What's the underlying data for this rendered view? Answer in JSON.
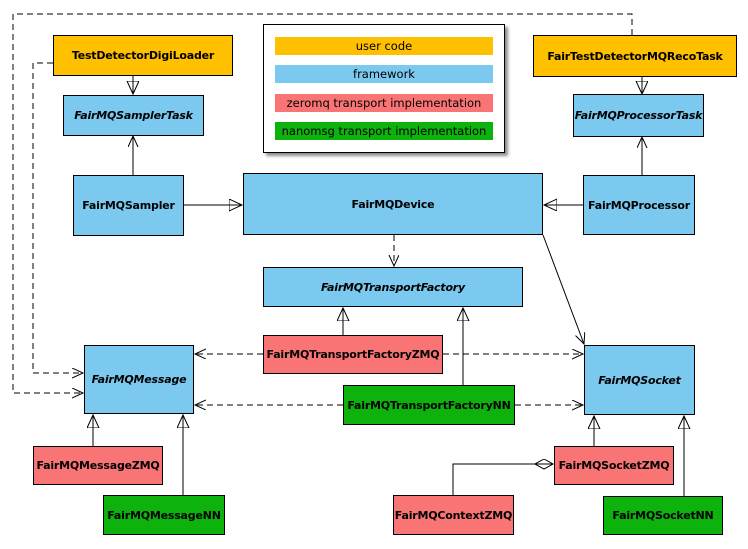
{
  "colors": {
    "user_code": "#FFC000",
    "framework": "#7CC9F0",
    "zeromq": "#F97575",
    "nanomsg": "#0DB20D",
    "border": "#000000",
    "background": "#FFFFFF"
  },
  "legend": {
    "items": [
      {
        "label": "user code",
        "color": "#FFC000"
      },
      {
        "label": "framework",
        "color": "#7CC9F0"
      },
      {
        "label": "zeromq transport implementation",
        "color": "#F97575"
      },
      {
        "label": "nanomsg transport implementation",
        "color": "#0DB20D"
      }
    ]
  },
  "nodes": [
    {
      "label": "TestDetectorDigiLoader",
      "category": "user_code",
      "abstract": false
    },
    {
      "label": "FairTestDetectorMQRecoTask",
      "category": "user_code",
      "abstract": false
    },
    {
      "label": "FairMQSamplerTask",
      "category": "framework",
      "abstract": true
    },
    {
      "label": "FairMQProcessorTask",
      "category": "framework",
      "abstract": true
    },
    {
      "label": "FairMQSampler",
      "category": "framework",
      "abstract": false
    },
    {
      "label": "FairMQDevice",
      "category": "framework",
      "abstract": false
    },
    {
      "label": "FairMQProcessor",
      "category": "framework",
      "abstract": false
    },
    {
      "label": "FairMQTransportFactory",
      "category": "framework",
      "abstract": true
    },
    {
      "label": "FairMQTransportFactoryZMQ",
      "category": "zeromq",
      "abstract": false
    },
    {
      "label": "FairMQTransportFactoryNN",
      "category": "nanomsg",
      "abstract": false
    },
    {
      "label": "FairMQMessage",
      "category": "framework",
      "abstract": true
    },
    {
      "label": "FairMQSocket",
      "category": "framework",
      "abstract": true
    },
    {
      "label": "FairMQMessageZMQ",
      "category": "zeromq",
      "abstract": false
    },
    {
      "label": "FairMQMessageNN",
      "category": "nanomsg",
      "abstract": false
    },
    {
      "label": "FairMQSocketZMQ",
      "category": "zeromq",
      "abstract": false
    },
    {
      "label": "FairMQContextZMQ",
      "category": "zeromq",
      "abstract": false
    },
    {
      "label": "FairMQSocketNN",
      "category": "nanomsg",
      "abstract": false
    }
  ],
  "edges": [
    {
      "from": "TestDetectorDigiLoader",
      "to": "FairMQSamplerTask",
      "type": "inheritance"
    },
    {
      "from": "FairTestDetectorMQRecoTask",
      "to": "FairMQProcessorTask",
      "type": "inheritance"
    },
    {
      "from": "FairMQSampler",
      "to": "FairMQDevice",
      "type": "inheritance"
    },
    {
      "from": "FairMQProcessor",
      "to": "FairMQDevice",
      "type": "inheritance"
    },
    {
      "from": "FairMQSampler",
      "to": "FairMQSamplerTask",
      "type": "arrow"
    },
    {
      "from": "FairMQProcessor",
      "to": "FairMQProcessorTask",
      "type": "arrow"
    },
    {
      "from": "FairMQDevice",
      "to": "FairMQTransportFactory",
      "type": "dashed-dependency"
    },
    {
      "from": "FairMQDevice",
      "to": "FairMQSocket",
      "type": "arrow"
    },
    {
      "from": "FairMQTransportFactoryZMQ",
      "to": "FairMQTransportFactory",
      "type": "inheritance"
    },
    {
      "from": "FairMQTransportFactoryNN",
      "to": "FairMQTransportFactory",
      "type": "inheritance"
    },
    {
      "from": "FairMQTransportFactoryZMQ",
      "to": "FairMQMessage",
      "type": "dashed-dependency"
    },
    {
      "from": "FairMQTransportFactoryZMQ",
      "to": "FairMQSocket",
      "type": "dashed-dependency"
    },
    {
      "from": "FairMQTransportFactoryNN",
      "to": "FairMQMessage",
      "type": "dashed-dependency"
    },
    {
      "from": "FairMQTransportFactoryNN",
      "to": "FairMQSocket",
      "type": "dashed-dependency"
    },
    {
      "from": "TestDetectorDigiLoader",
      "to": "FairMQMessage",
      "type": "dashed-dependency"
    },
    {
      "from": "FairTestDetectorMQRecoTask",
      "to": "FairMQMessage",
      "type": "dashed-dependency"
    },
    {
      "from": "FairMQMessageZMQ",
      "to": "FairMQMessage",
      "type": "inheritance"
    },
    {
      "from": "FairMQMessageNN",
      "to": "FairMQMessage",
      "type": "inheritance"
    },
    {
      "from": "FairMQSocketZMQ",
      "to": "FairMQSocket",
      "type": "inheritance"
    },
    {
      "from": "FairMQSocketNN",
      "to": "FairMQSocket",
      "type": "inheritance"
    },
    {
      "from": "FairMQContextZMQ",
      "to": "FairMQSocketZMQ",
      "type": "composition"
    }
  ]
}
